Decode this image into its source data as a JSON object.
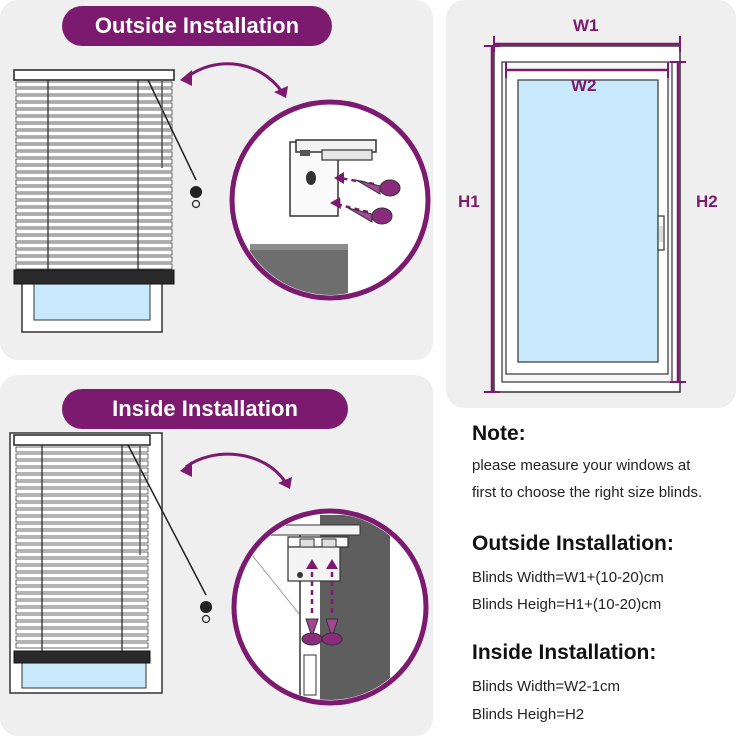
{
  "colors": {
    "accent": "#7b1a6e",
    "panel": "#efefef",
    "glass": "#c8e8fb"
  },
  "outside": {
    "title": "Outside Installation"
  },
  "inside": {
    "title": "Inside Installation"
  },
  "window": {
    "w1": "W1",
    "w2": "W2",
    "h1": "H1",
    "h2": "H2"
  },
  "note": {
    "title": "Note:",
    "line1": "please measure your windows at",
    "line2": "first to choose the right size blinds."
  },
  "outside_formula": {
    "title": "Outside Installation:",
    "width": "Blinds Width=W1+(10-20)cm",
    "height": "Blinds Heigh=H1+(10-20)cm"
  },
  "inside_formula": {
    "title": "Inside Installation:",
    "width": "Blinds Width=W2-1cm",
    "height": "Blinds Heigh=H2"
  },
  "icons": [
    "curved-arrow-icon",
    "bracket-icon",
    "screw-icon",
    "window-handle-icon"
  ]
}
